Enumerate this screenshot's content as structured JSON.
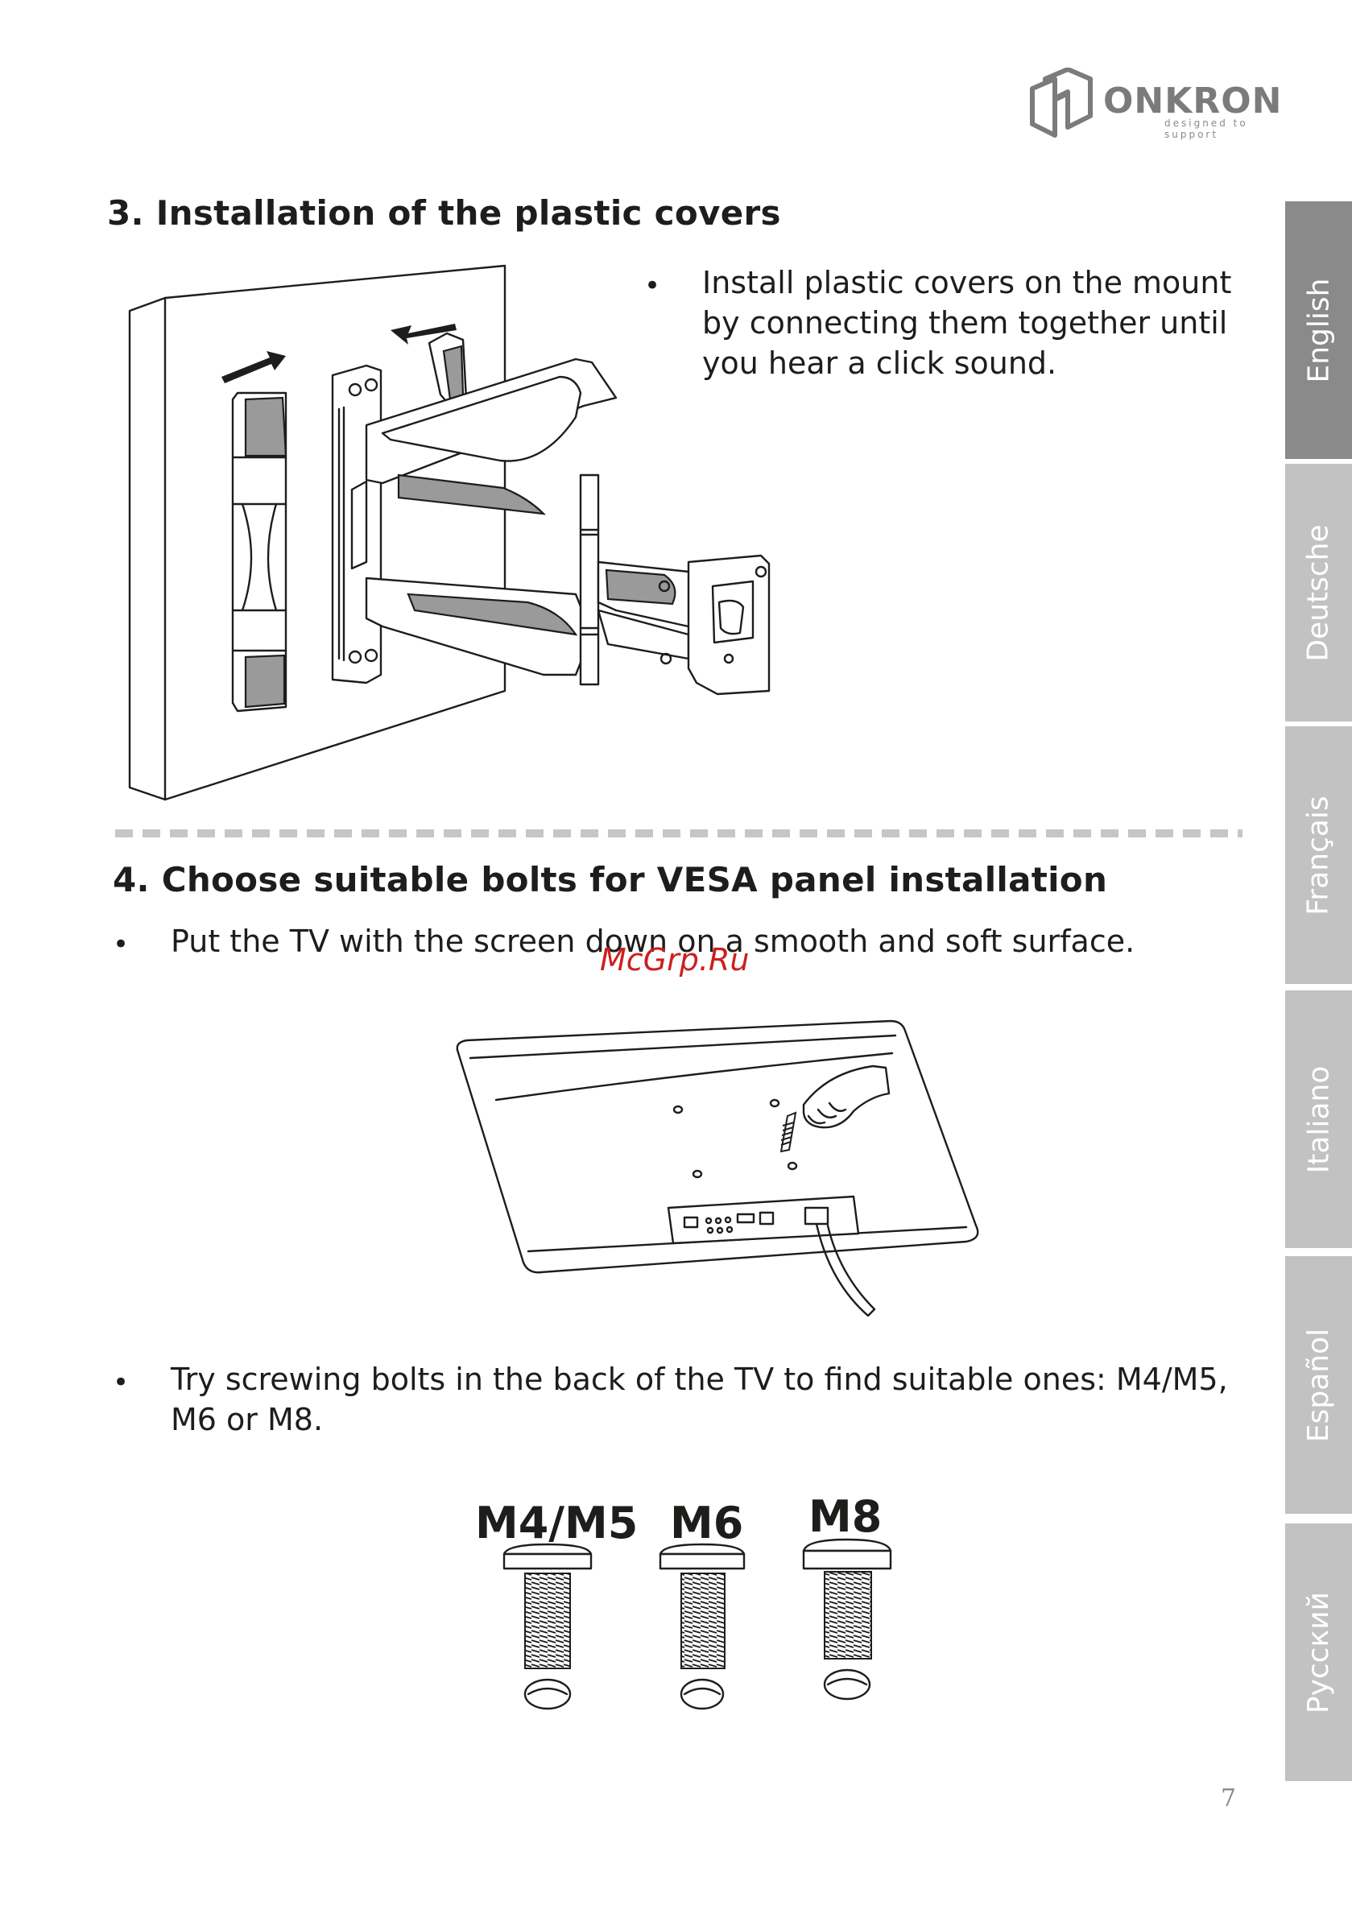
{
  "brand": {
    "name": "ONKRON",
    "tagline": "designed to support"
  },
  "sections": [
    {
      "heading": "3. Installation of the plastic covers",
      "bullets": [
        "Install plastic covers on the mount by connecting them together until you hear a click sound."
      ]
    },
    {
      "heading": "4. Choose suitable bolts for VESA panel installation",
      "bullets": [
        "Put the TV with the screen down on a smooth and soft surface.",
        "Try screwing bolts in the back of the TV to find suitable ones: M4/M5, M6 or M8."
      ]
    }
  ],
  "bullet_symbol": "•",
  "bolts": [
    {
      "label": "M4/M5"
    },
    {
      "label": "M6"
    },
    {
      "label": "M8"
    }
  ],
  "watermark": "McGrp.Ru",
  "page_number": "7",
  "language_tabs": [
    {
      "label": "English",
      "active": true
    },
    {
      "label": "Deutsche",
      "active": false
    },
    {
      "label": "Français",
      "active": false
    },
    {
      "label": "Italiano",
      "active": false
    },
    {
      "label": "Español",
      "active": false
    },
    {
      "label": "Русский",
      "active": false
    }
  ],
  "colors": {
    "text": "#1d1d1b",
    "tab_active": "#8a8a8a",
    "tab_inactive": "#c2c2c2",
    "watermark": "#cc1f1f",
    "logo": "#7b7b7b"
  }
}
